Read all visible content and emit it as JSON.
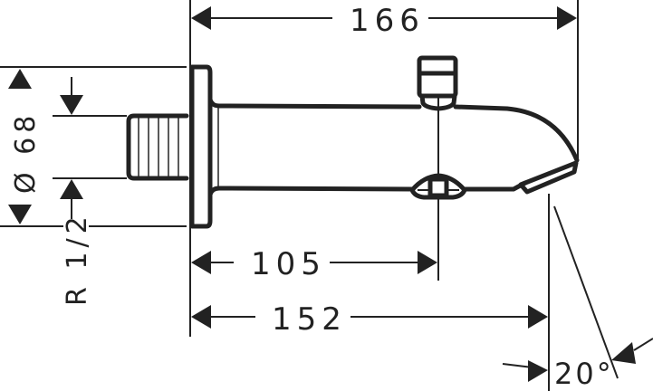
{
  "drawing": {
    "subject": "bath spout with diverter, side view",
    "dimensions": {
      "overall_length": "166",
      "length_to_wall_face": "152",
      "diverter_position": "105",
      "flange_diameter": "Ø 68",
      "thread": "R 1/2",
      "outlet_angle": "20°"
    },
    "colors": {
      "line": "#222222",
      "background": "#ffffff"
    }
  }
}
